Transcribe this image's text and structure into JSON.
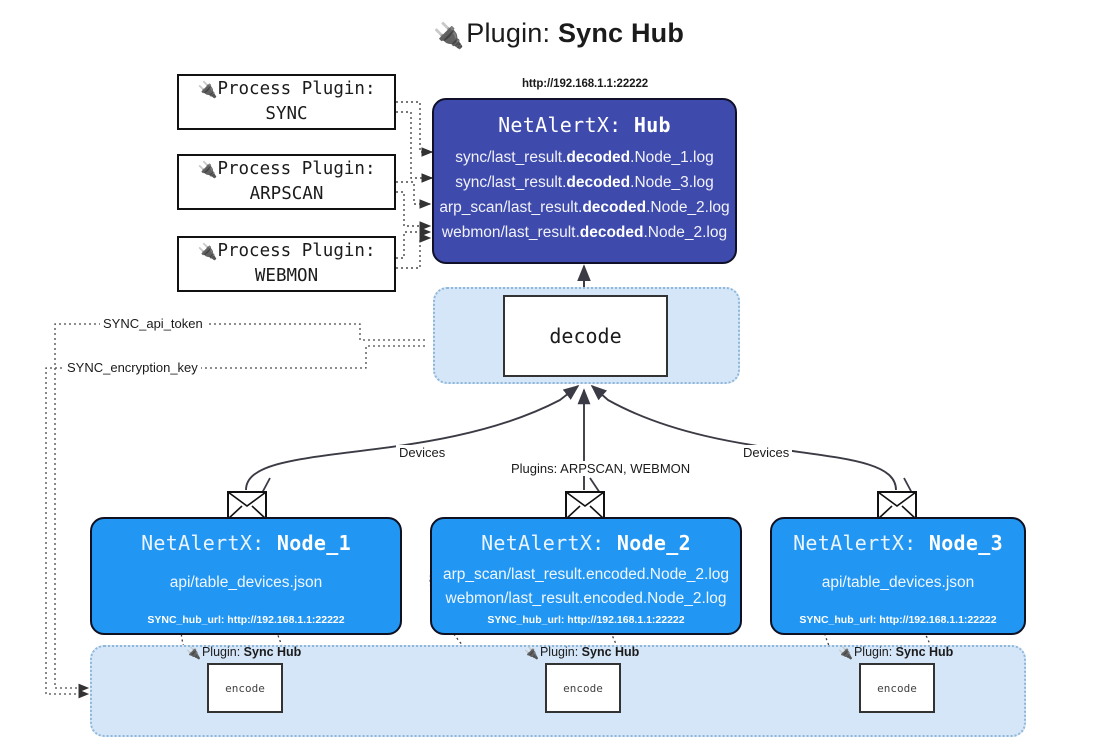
{
  "header": {
    "plug_icon": "plug-icon",
    "prefix": "Plugin: ",
    "name": "Sync Hub"
  },
  "process_plugins": [
    {
      "line1": "Process Plugin:",
      "line2": "SYNC"
    },
    {
      "line1": "Process Plugin:",
      "line2": "ARPSCAN"
    },
    {
      "line1": "Process Plugin:",
      "line2": "WEBMON"
    }
  ],
  "hub": {
    "url": "http://192.168.1.1:22222",
    "title_prefix": "NetAlertX: ",
    "title_name": "Hub",
    "logs": [
      {
        "pre": "sync/last_result.",
        "mid": "decoded",
        "post": ".Node_1.log"
      },
      {
        "pre": "sync/last_result.",
        "mid": "decoded",
        "post": ".Node_3.log"
      },
      {
        "pre": "arp_scan/last_result.",
        "mid": "decoded",
        "post": ".Node_2.log"
      },
      {
        "pre": "webmon/last_result.",
        "mid": "decoded",
        "post": ".Node_2.log"
      }
    ]
  },
  "decode": {
    "label": "decode"
  },
  "settings": {
    "api_token": "SYNC_api_token",
    "encryption_key": "SYNC_encryption_key"
  },
  "edge_labels": {
    "devices_left": "Devices",
    "devices_right": "Devices",
    "plugins_mid": "Plugins: ARPSCAN, WEBMON"
  },
  "nodes": [
    {
      "title_prefix": "NetAlertX: ",
      "title_name": "Node_1",
      "lines": [
        "api/table_devices.json"
      ],
      "footer": "SYNC_hub_url: http://192.168.1.1:22222",
      "envelope_icon": "envelope-icon"
    },
    {
      "title_prefix": "NetAlertX: ",
      "title_name": "Node_2",
      "lines": [
        "arp_scan/last_result.encoded.Node_2.log",
        "webmon/last_result.encoded.Node_2.log"
      ],
      "footer": "SYNC_hub_url: http://192.168.1.1:22222",
      "envelope_icon": "envelope-icon"
    },
    {
      "title_prefix": "NetAlertX: ",
      "title_name": "Node_3",
      "lines": [
        "api/table_devices.json"
      ],
      "footer": "SYNC_hub_url: http://192.168.1.1:22222",
      "envelope_icon": "envelope-icon"
    }
  ],
  "encoders": [
    {
      "caption_prefix": "Plugin: ",
      "caption_name": "Sync Hub",
      "label": "encode"
    },
    {
      "caption_prefix": "Plugin: ",
      "caption_name": "Sync Hub",
      "label": "encode"
    },
    {
      "caption_prefix": "Plugin: ",
      "caption_name": "Sync Hub",
      "label": "encode"
    }
  ],
  "colors": {
    "hub_fill": "#3e4bad",
    "node_fill": "#2196f3",
    "container_fill": "#d4e6f8",
    "container_border": "#8fb7d8",
    "stroke": "#333333"
  }
}
